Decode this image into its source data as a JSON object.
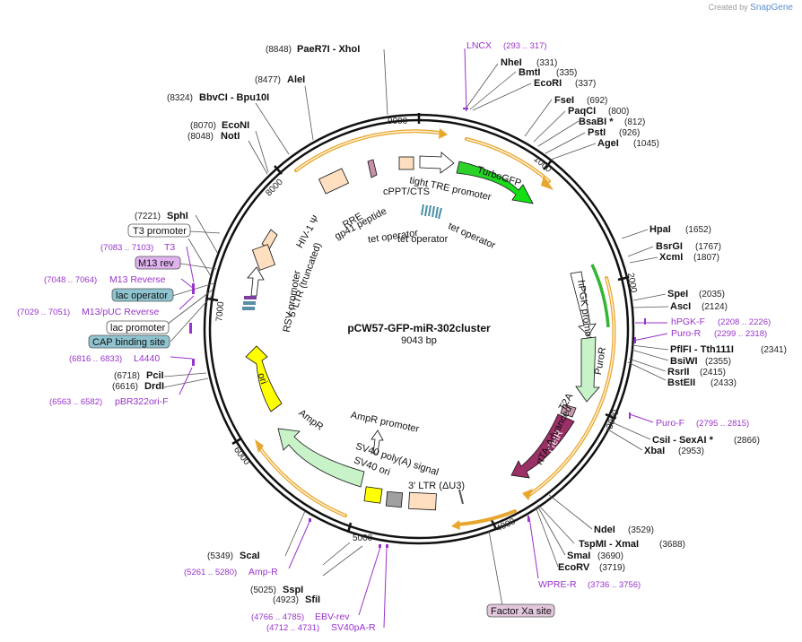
{
  "credit": {
    "prefix": "Created by",
    "brand": "SnapGene"
  },
  "plasmid": {
    "name": "pCW57-GFP-miR-302cluster",
    "length": "9043 bp"
  },
  "ticks": [
    "1000",
    "2000",
    "3000",
    "4000",
    "5000",
    "6000",
    "7000",
    "8000",
    "9000"
  ],
  "enzymes_right": [
    {
      "name": "NheI",
      "pos": "(331)"
    },
    {
      "name": "BmtI",
      "pos": "(335)"
    },
    {
      "name": "EcoRI",
      "pos": "(337)"
    },
    {
      "name": "FseI",
      "pos": "(692)"
    },
    {
      "name": "PaqCI",
      "pos": "(800)"
    },
    {
      "name": "BsaBI *",
      "pos": "(812)"
    },
    {
      "name": "PstI",
      "pos": "(926)"
    },
    {
      "name": "AgeI",
      "pos": "(1045)"
    },
    {
      "name": "HpaI",
      "pos": "(1652)"
    },
    {
      "name": "BsrGI",
      "pos": "(1767)"
    },
    {
      "name": "XcmI",
      "pos": "(1807)"
    },
    {
      "name": "SpeI",
      "pos": "(2035)"
    },
    {
      "name": "AscI",
      "pos": "(2124)"
    },
    {
      "name": "PflFI - Tth111I",
      "pos": "(2341)"
    },
    {
      "name": "BsiWI",
      "pos": "(2355)"
    },
    {
      "name": "RsrII",
      "pos": "(2415)"
    },
    {
      "name": "BstEII",
      "pos": "(2433)"
    },
    {
      "name": "CsiI - SexAI *",
      "pos": "(2866)"
    },
    {
      "name": "XbaI",
      "pos": "(2953)"
    },
    {
      "name": "NdeI",
      "pos": "(3529)"
    },
    {
      "name": "TspMI - XmaI",
      "pos": "(3688)"
    },
    {
      "name": "SmaI",
      "pos": "(3690)"
    },
    {
      "name": "EcoRV",
      "pos": "(3719)"
    }
  ],
  "enzymes_left": [
    {
      "name": "PaeR7I - XhoI",
      "pos": "(8848)"
    },
    {
      "name": "AleI",
      "pos": "(8477)"
    },
    {
      "name": "BbvCI - Bpu10I",
      "pos": "(8324)"
    },
    {
      "name": "EcoNI",
      "pos": "(8070)"
    },
    {
      "name": "NotI",
      "pos": "(8048)"
    },
    {
      "name": "SphI",
      "pos": "(7221)"
    },
    {
      "name": "PciI",
      "pos": "(6718)"
    },
    {
      "name": "DrdI",
      "pos": "(6616)"
    },
    {
      "name": "ScaI",
      "pos": "(5349)"
    },
    {
      "name": "SspI",
      "pos": "(5025)"
    },
    {
      "name": "SfiI",
      "pos": "(4923)"
    }
  ],
  "primers": [
    {
      "name": "LNCX",
      "range": "(293 .. 317)"
    },
    {
      "name": "hPGK-F",
      "range": "(2208 .. 2226)"
    },
    {
      "name": "Puro-R",
      "range": "(2299 .. 2318)"
    },
    {
      "name": "Puro-F",
      "range": "(2795 .. 2815)"
    },
    {
      "name": "WPRE-R",
      "range": "(3736 .. 3756)"
    },
    {
      "name": "Amp-R",
      "range": "(5261 .. 5280)"
    },
    {
      "name": "EBV-rev",
      "range": "(4766 .. 4785)"
    },
    {
      "name": "SV40pA-R",
      "range": "(4712 .. 4731)"
    },
    {
      "name": "T3",
      "range": "(7083 .. 7103)"
    },
    {
      "name": "M13 Reverse",
      "range": "(7048 .. 7064)"
    },
    {
      "name": "M13/pUC Reverse",
      "range": "(7029 .. 7051)"
    },
    {
      "name": "L4440",
      "range": "(6816 .. 6833)"
    },
    {
      "name": "pBR322ori-F",
      "range": "(6563 .. 6582)"
    }
  ],
  "boxed_labels": [
    {
      "text": "T3 promoter",
      "color": "#ffffff"
    },
    {
      "text": "M13 rev",
      "color": "#e0b3ef"
    },
    {
      "text": "lac operator",
      "color": "#8fc3cf"
    },
    {
      "text": "lac promoter",
      "color": "#ffffff"
    },
    {
      "text": "CAP binding site",
      "color": "#8fc3cf"
    },
    {
      "text": "Factor Xa site",
      "color": "#e2c6dc"
    }
  ],
  "features": {
    "turbogfp": "TurboGFP",
    "tight_tre": "tight TRE promoter",
    "cppt": "cPPT/CTS",
    "tet_op1": "tet operator",
    "tet_op2": "tet operator",
    "tet_op3": "tet operator",
    "rre": "RRE",
    "gp41": "gp41 peptide",
    "hiv_psi": "HIV-1 Ψ",
    "ltr5": "5' LTR (truncated)",
    "rsv": "RSV promoter",
    "hpgk": "hPGK promoter",
    "puror": "PuroR",
    "t2a": "T2A",
    "rtetr": "rTetR",
    "rtta": "rtTA-Advanced",
    "ampr_promoter": "AmpR promoter",
    "sv40_polya": "SV40 poly(A) signal",
    "sv40_ori": "SV40 ori",
    "ltr3": "3' LTR (ΔU3)",
    "ampr": "AmpR",
    "ori": "ori"
  },
  "colors": {
    "backbone": "#111111",
    "feature_arc": "#e8a62e",
    "turbogfp": "#2ee02e",
    "puror": "#c8f2c8",
    "rtetr": "#9b3066",
    "ampr": "#c8f2c8",
    "ori": "#ffff00",
    "primer": "#9933cc",
    "promoter": "#ffffff",
    "ltr": "#ffdfc0",
    "sv40ori": "#ffff00",
    "polya": "#a0a0a0"
  }
}
